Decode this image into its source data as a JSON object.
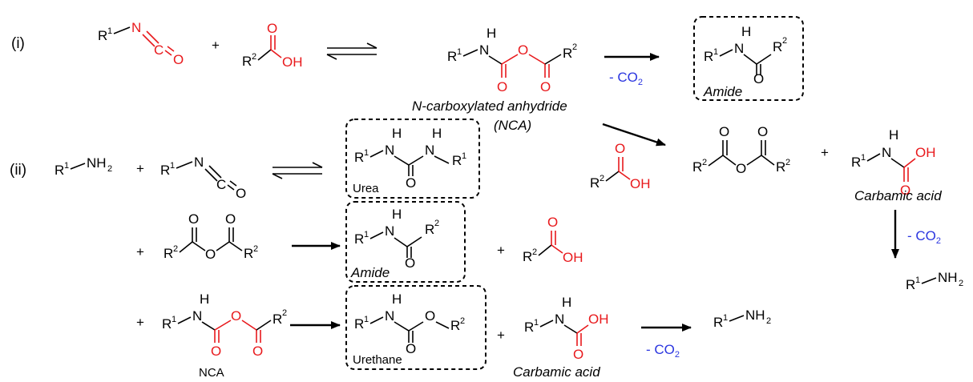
{
  "labels": {
    "step_i": "(i)",
    "step_ii": "(ii)",
    "plus": "+",
    "minus_co2": "- CO",
    "co2_sub": "2",
    "nca_name": "N-carboxylated anhydride",
    "nca_abbr": "(NCA)",
    "nca_short": "NCA",
    "amide": "Amide",
    "urea": "Urea",
    "urethane": "Urethane",
    "carbamic_acid": "Carbamic acid"
  },
  "atoms": {
    "R": "R",
    "one": "1",
    "two": "2",
    "N": "N",
    "H": "H",
    "C": "C",
    "O": "O",
    "OH": "OH",
    "NH": "NH",
    "H2sub": "2"
  },
  "colors": {
    "red": "#e8191c",
    "blue": "#2b36e0",
    "black": "#000000"
  }
}
